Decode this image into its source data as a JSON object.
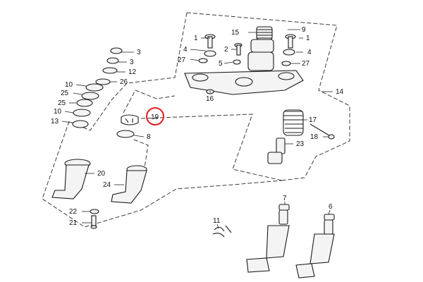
{
  "diagram": {
    "callouts": [
      {
        "id": "c1a",
        "text": "1"
      },
      {
        "id": "c15",
        "text": "15"
      },
      {
        "id": "c9",
        "text": "9"
      },
      {
        "id": "c1b",
        "text": "1"
      },
      {
        "id": "c4a",
        "text": "4"
      },
      {
        "id": "c2",
        "text": "2"
      },
      {
        "id": "c4b",
        "text": "4"
      },
      {
        "id": "c27a",
        "text": "27"
      },
      {
        "id": "c5",
        "text": "5"
      },
      {
        "id": "c27b",
        "text": "27"
      },
      {
        "id": "c16",
        "text": "16"
      },
      {
        "id": "c14",
        "text": "14"
      },
      {
        "id": "c3a",
        "text": "3"
      },
      {
        "id": "c3b",
        "text": "3"
      },
      {
        "id": "c12",
        "text": "12"
      },
      {
        "id": "c26",
        "text": "26"
      },
      {
        "id": "c10a",
        "text": "10"
      },
      {
        "id": "c25a",
        "text": "25"
      },
      {
        "id": "c25b",
        "text": "25"
      },
      {
        "id": "c10b",
        "text": "10"
      },
      {
        "id": "c13",
        "text": "13"
      },
      {
        "id": "c19",
        "text": "19"
      },
      {
        "id": "c8",
        "text": "8"
      },
      {
        "id": "c17",
        "text": "17"
      },
      {
        "id": "c18",
        "text": "18"
      },
      {
        "id": "c23",
        "text": "23"
      },
      {
        "id": "c20",
        "text": "20"
      },
      {
        "id": "c24",
        "text": "24"
      },
      {
        "id": "c7",
        "text": "7"
      },
      {
        "id": "c6",
        "text": "6"
      },
      {
        "id": "c11",
        "text": "11"
      },
      {
        "id": "c22",
        "text": "22"
      },
      {
        "id": "c21",
        "text": "21"
      }
    ],
    "highlight": {
      "callout": "19",
      "color": "#e02020"
    }
  }
}
